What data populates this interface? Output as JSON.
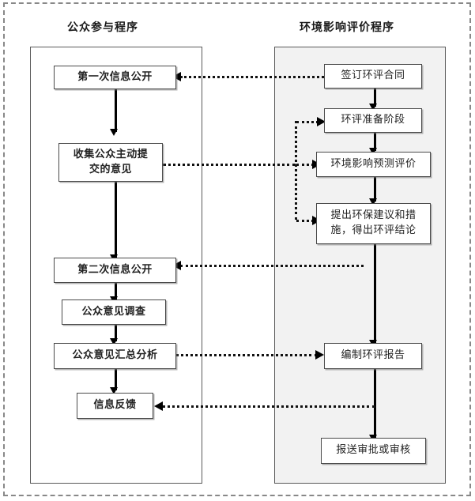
{
  "diagram": {
    "title_left": "公众参与程序",
    "title_right": "环境影响评价程序",
    "lanes": {
      "left": {
        "label": "公众参与程序",
        "background": "#ffffff"
      },
      "right": {
        "label": "环境影响评价程序",
        "background": "#f2f2f2"
      }
    },
    "left_nodes": [
      {
        "id": "l1",
        "label": "第一次信息公开"
      },
      {
        "id": "l2",
        "label": "收集公众主动提\n交的意见",
        "line1": "收集公众主动提",
        "line2": "交的意见"
      },
      {
        "id": "l3",
        "label": "第二次信息公开"
      },
      {
        "id": "l4",
        "label": "公众意见调查"
      },
      {
        "id": "l5",
        "label": "公众意见汇总分析"
      },
      {
        "id": "l6",
        "label": "信息反馈"
      }
    ],
    "right_nodes": [
      {
        "id": "r1",
        "label": "签订环评合同"
      },
      {
        "id": "r2",
        "label": "环评准备阶段"
      },
      {
        "id": "r3",
        "label": "环境影响预测评价"
      },
      {
        "id": "r4",
        "label": "提出环保建议和措\n施，得出环评结论",
        "line1": "提出环保建议和措",
        "line2": "施，得出环评结论"
      },
      {
        "id": "r5",
        "label": "编制环评报告"
      },
      {
        "id": "r6",
        "label": "报送审批或审核"
      }
    ],
    "cross_links": [
      {
        "from": "r1",
        "to": "l1",
        "direction": "right-to-left",
        "style": "dotted"
      },
      {
        "from": "l2",
        "to": "r2",
        "direction": "left-to-right",
        "style": "dotted"
      },
      {
        "from": "l2",
        "to": "r3",
        "direction": "left-to-right",
        "style": "dotted"
      },
      {
        "from": "l2",
        "to": "r4",
        "direction": "left-to-right",
        "style": "dotted"
      },
      {
        "from": "r4",
        "to": "l3",
        "direction": "right-to-left",
        "style": "dotted"
      },
      {
        "from": "l5",
        "to": "r5",
        "direction": "left-to-right",
        "style": "dotted"
      },
      {
        "from": "r5",
        "to": "l6",
        "direction": "right-to-left",
        "style": "dotted"
      }
    ],
    "colors": {
      "lane_border": "#5a5a5a",
      "node_border": "#4a4a4a",
      "line": "#000000",
      "right_lane_fill": "#f2f2f2",
      "page_frame": "#888888"
    }
  }
}
